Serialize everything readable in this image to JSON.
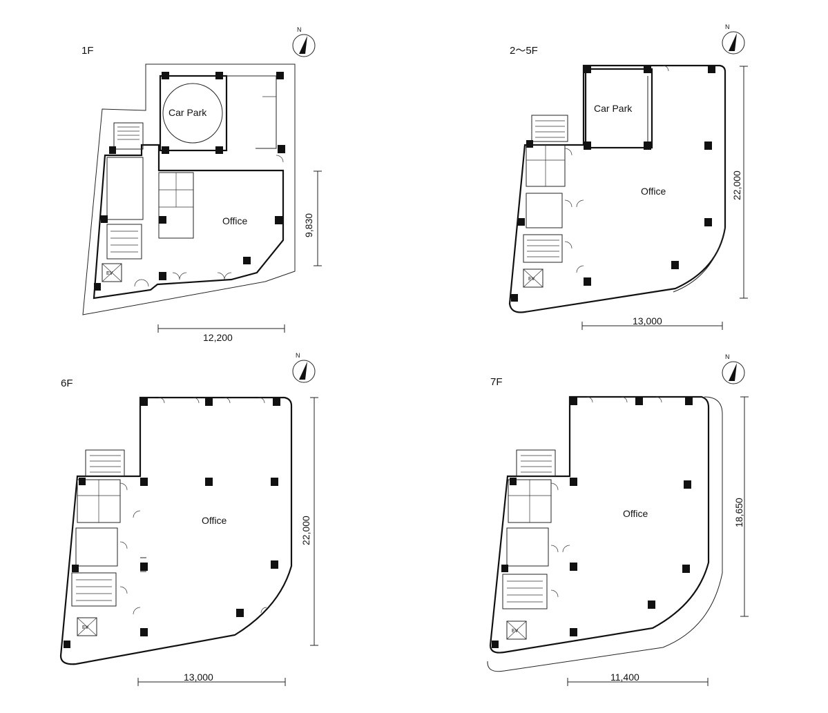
{
  "floors": [
    {
      "floor_label": "1F",
      "rooms": [
        "Car Park",
        "Office"
      ],
      "dimensions": [
        "12,200",
        "9,830"
      ],
      "elevator": "EV",
      "compass": "N"
    },
    {
      "floor_label": "2〜5F",
      "rooms": [
        "Car Park",
        "Office"
      ],
      "dimensions": [
        "13,000",
        "22,000"
      ],
      "elevator": "EV",
      "compass": "N"
    },
    {
      "floor_label": "6F",
      "rooms": [
        "Office"
      ],
      "dimensions": [
        "13,000",
        "22,000"
      ],
      "elevator": "EV",
      "compass": "N"
    },
    {
      "floor_label": "7F",
      "rooms": [
        "Office"
      ],
      "dimensions": [
        "11,400",
        "18,650"
      ],
      "elevator": "EV",
      "compass": "N"
    }
  ]
}
